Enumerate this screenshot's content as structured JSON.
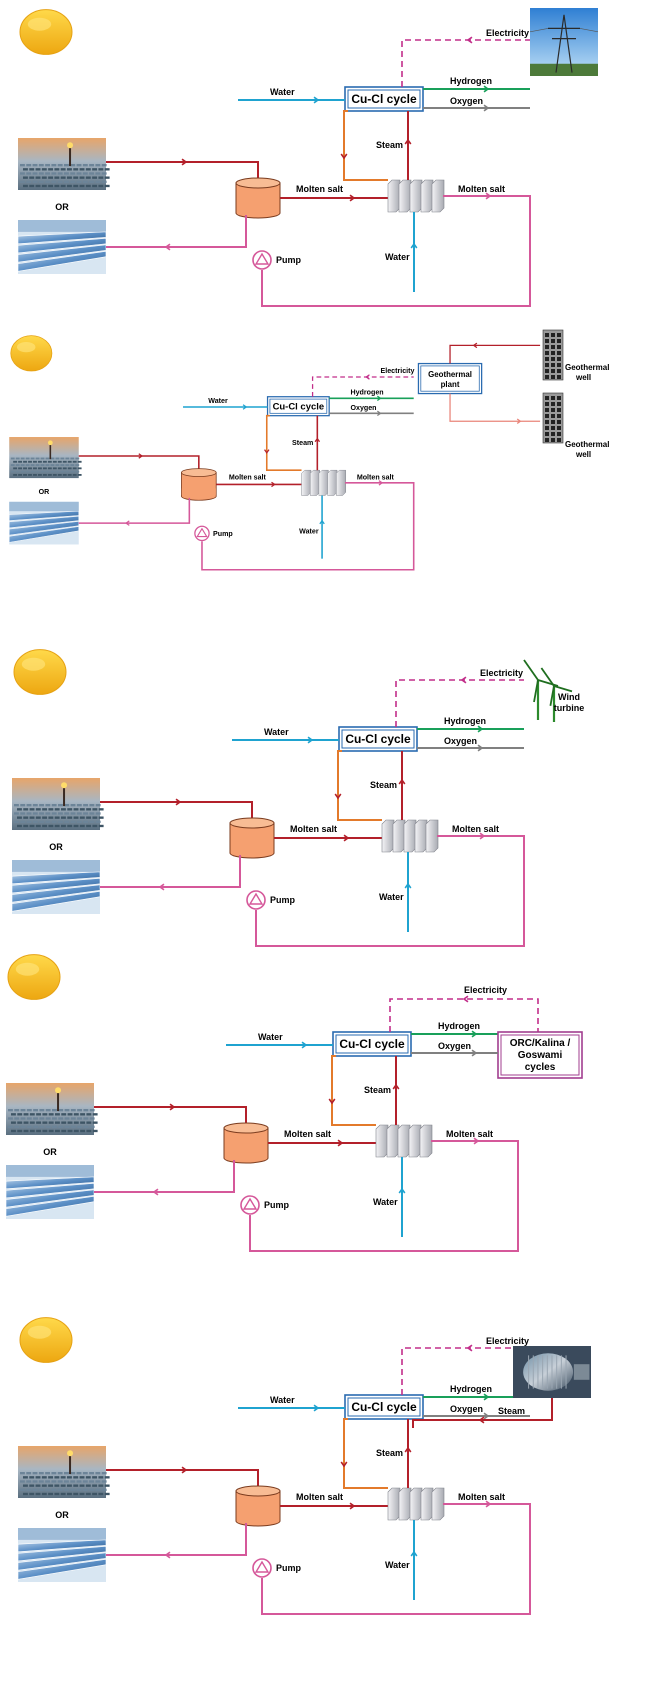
{
  "labels": {
    "electricity": "Electricity",
    "water": "Water",
    "hydrogen": "Hydrogen",
    "oxygen": "Oxygen",
    "steam": "Steam",
    "molten_salt": "Molten salt",
    "pump": "Pump",
    "or": "OR",
    "cucl": "Cu-Cl cycle"
  },
  "panel2": {
    "geothermal_plant": [
      "Geothermal",
      "plant"
    ],
    "geothermal_well": [
      "Geothermal",
      "well"
    ]
  },
  "panel3": {
    "wind_turbine": [
      "Wind",
      "turbine"
    ]
  },
  "panel4": {
    "orc": [
      "ORC/Kalina /",
      "Goswami",
      "cycles"
    ]
  },
  "colors": {
    "water": "#1fa3d0",
    "hydrogen": "#19a05a",
    "oxygen": "#808080",
    "hot_salt": "#b3202a",
    "cold_salt": "#d5589a",
    "orange_link": "#e37a2b",
    "electricity": "#c22e8a",
    "box_border": "#2a6bb0",
    "orc_border": "#a23e8f",
    "tank": "#f5a070",
    "sun": "#f2b51c"
  }
}
